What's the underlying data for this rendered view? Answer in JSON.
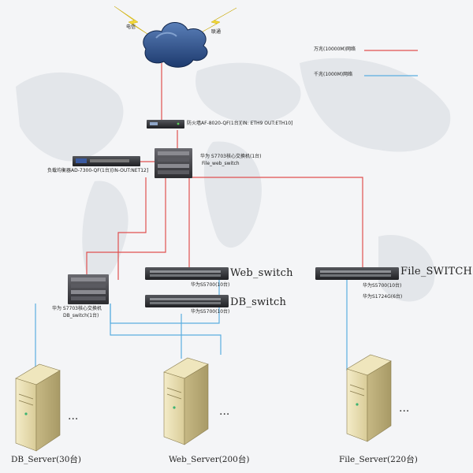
{
  "legend": {
    "wan_label": "万兆(10000M)网络",
    "gig_label": "千兆(1000M)网络",
    "colors": {
      "wan": "#e05050",
      "gig": "#5aaee0"
    }
  },
  "internet": {
    "isp_left": "电信",
    "isp_right": "联通"
  },
  "firewall": {
    "label": "防火墙AF-8020-QF(1台)[IN: ETH9  OUT:ETH10]"
  },
  "load_balancer": {
    "label": "负载均衡器AD-7300-QF(1台)[IN-OUT:NET12]"
  },
  "core_file": {
    "label_line1": "华为 S7703核心交换机(1台)",
    "label_line2": "File_web_switch"
  },
  "core_db": {
    "label_line1": "华为 S7703核心交换机",
    "label_line2": "DB_switch(1台)"
  },
  "web_switch": {
    "name": "Web_switch",
    "model": "华为S5700(10台)"
  },
  "db_switch": {
    "name": "DB_switch",
    "model": "华为S5700(10台)"
  },
  "file_switch": {
    "name": "File_SWITCH",
    "model_line1": "华为S5700(10台)",
    "model_line2": "华为S1724G(6台)"
  },
  "servers": {
    "db": {
      "label": "DB_Server(30台)"
    },
    "web": {
      "label": "Web_Server(200台)"
    },
    "file": {
      "label": "File_Server(220台)"
    },
    "ellipsis": "..."
  }
}
